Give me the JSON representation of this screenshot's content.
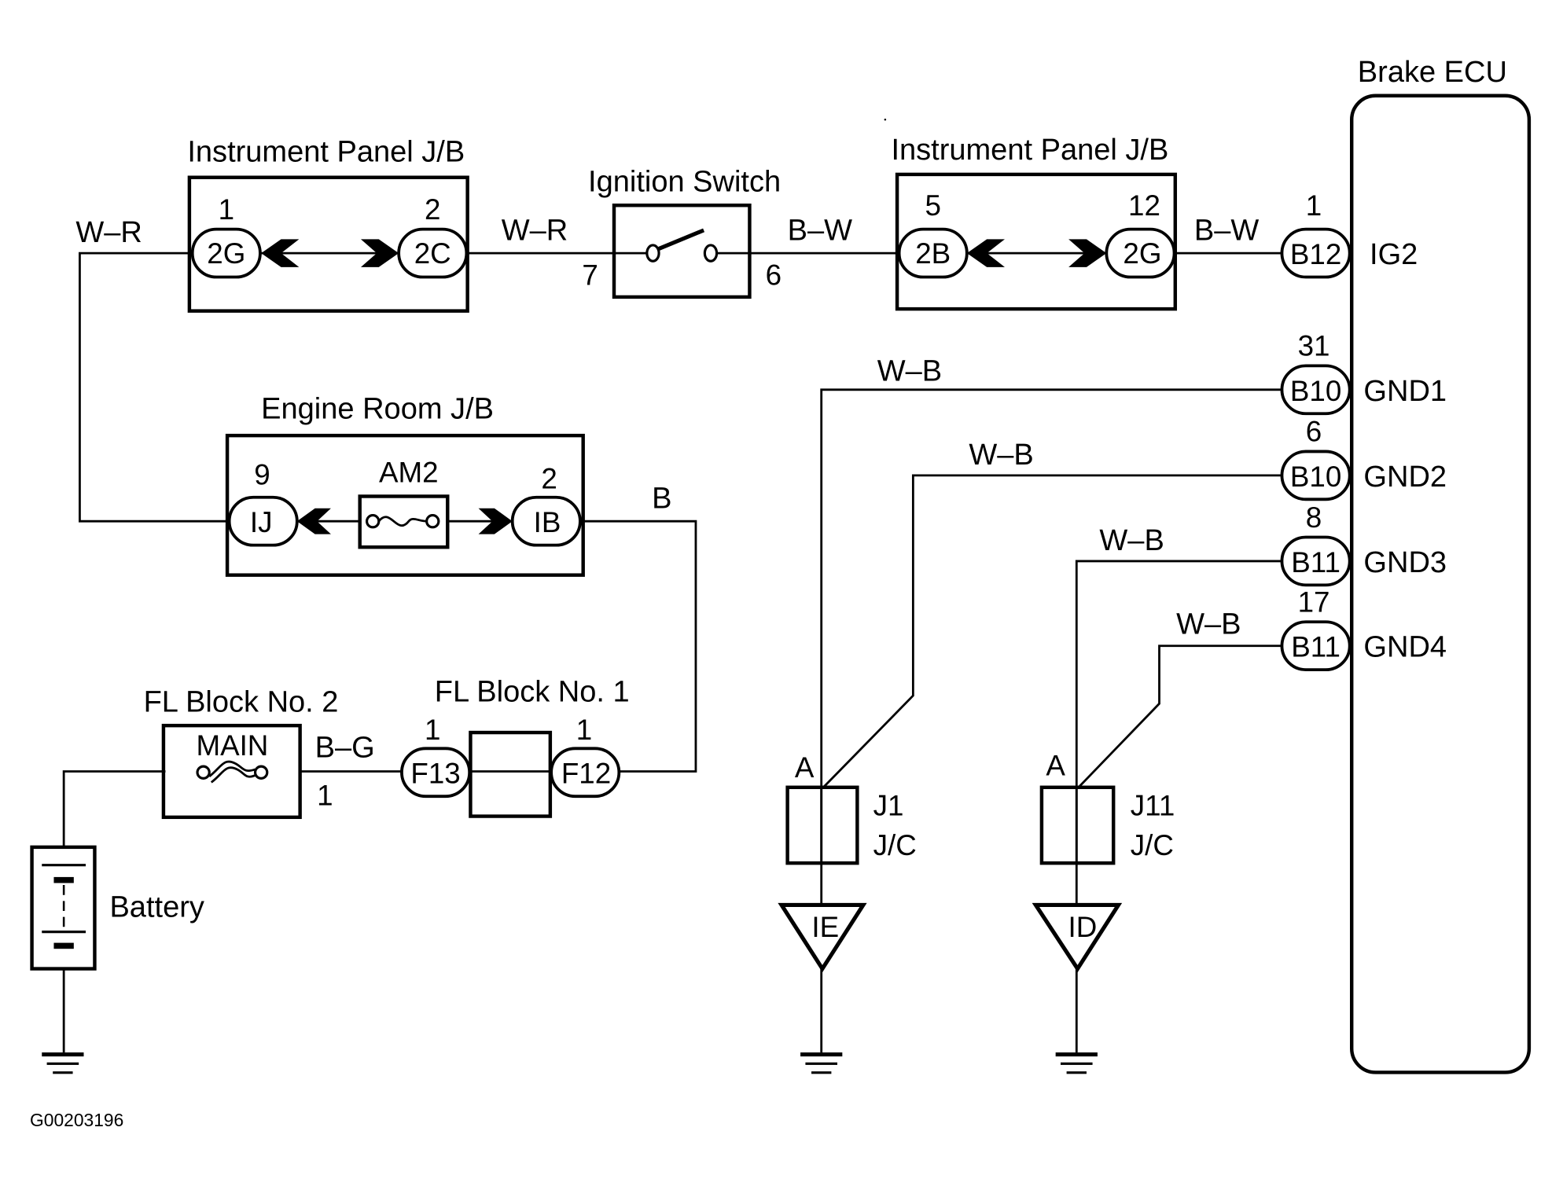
{
  "figure_id": "G00203196",
  "components": {
    "ipjb_left": {
      "title": "Instrument Panel J/B",
      "left_pin": "1",
      "left_conn": "2G",
      "right_pin": "2",
      "right_conn": "2C"
    },
    "ignition": {
      "title": "Ignition Switch",
      "in_pin": "7",
      "out_pin": "6"
    },
    "ipjb_right": {
      "title": "Instrument Panel J/B",
      "left_pin": "5",
      "left_conn": "2B",
      "right_pin": "12",
      "right_conn": "2G"
    },
    "engine_jb": {
      "title": "Engine Room J/B",
      "left_pin": "9",
      "left_conn": "IJ",
      "fuse": "AM2",
      "right_pin": "2",
      "right_conn": "IB"
    },
    "fl2": {
      "title": "FL Block No. 2",
      "fuse": "MAIN",
      "out_pin": "1"
    },
    "fl1": {
      "title": "FL Block No. 1",
      "left_pin": "1",
      "left_conn": "F13",
      "right_pin": "1",
      "right_conn": "F12"
    },
    "battery": {
      "title": "Battery"
    },
    "ecu": {
      "title": "Brake ECU",
      "terminals": [
        {
          "pin": "1",
          "conn": "B12",
          "name": "IG2"
        },
        {
          "pin": "31",
          "conn": "B10",
          "name": "GND1"
        },
        {
          "pin": "6",
          "conn": "B10",
          "name": "GND2"
        },
        {
          "pin": "8",
          "conn": "B11",
          "name": "GND3"
        },
        {
          "pin": "17",
          "conn": "B11",
          "name": "GND4"
        }
      ]
    },
    "j1": {
      "pin": "A",
      "name": "J1",
      "type": "J/C",
      "ground": "IE"
    },
    "j11": {
      "pin": "A",
      "name": "J11",
      "type": "J/C",
      "ground": "ID"
    }
  },
  "wires": {
    "w_r_1": "W–R",
    "w_r_2": "W–R",
    "b_w_1": "B–W",
    "b_w_2": "B–W",
    "b": "B",
    "b_g": "B–G",
    "w_b_1": "W–B",
    "w_b_2": "W–B",
    "w_b_3": "W–B",
    "w_b_4": "W–B"
  }
}
